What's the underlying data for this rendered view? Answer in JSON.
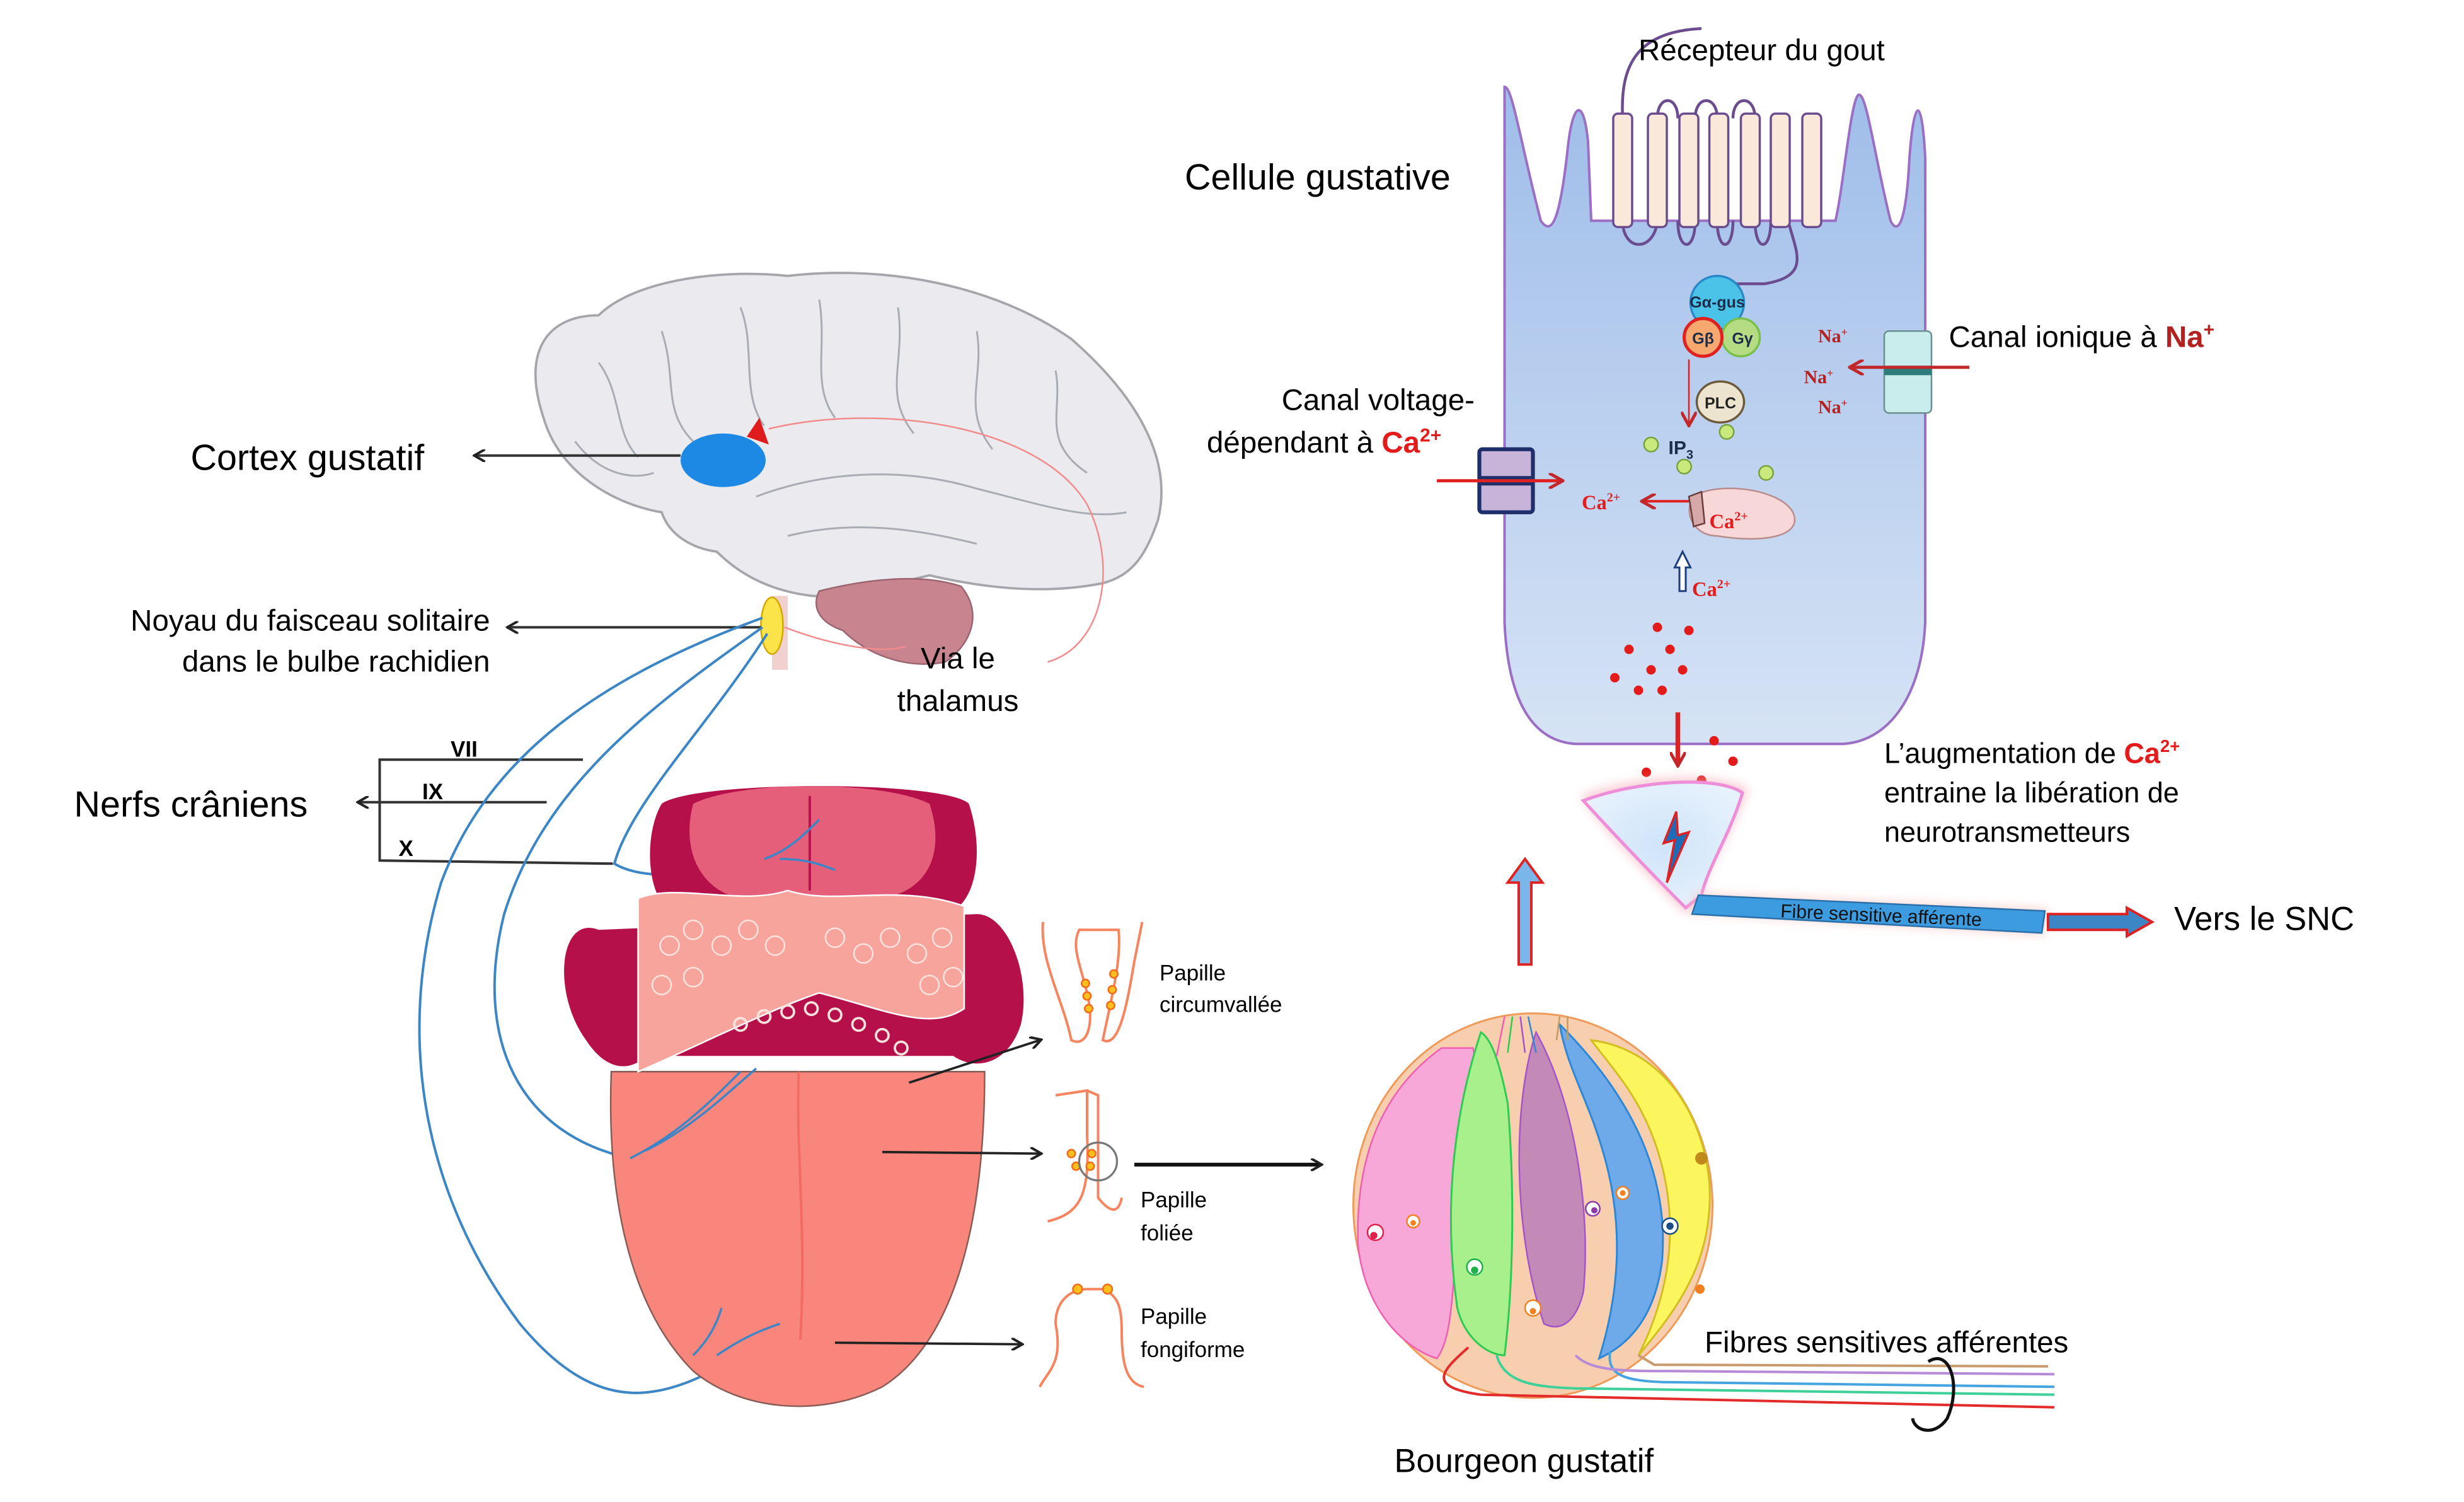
{
  "title": "Voie gustative : de la papille au cortex",
  "colors": {
    "cell_fill": "#a9c4ec",
    "cell_border": "#9a6fc4",
    "ca_red": "#e31b1b",
    "na_red": "#b42121",
    "nerve_blue": "#3d86c6",
    "tongue": "#f9867c",
    "tongue_back": "#b5104a",
    "brain": "#e8e8ee",
    "cortex_blue": "#1e88e5",
    "fiber_blue": "#3d9be0"
  },
  "left_panel": {
    "cortex_label": "Cortex gustatif",
    "nucleus_label_line1": "Noyau du faisceau solitaire",
    "nucleus_label_line2": "dans le bulbe rachidien",
    "thalamus_label_line1": "Via le",
    "thalamus_label_line2": "thalamus",
    "nerves_label": "Nerfs crâniens",
    "nerve_numbers": [
      "VII",
      "IX",
      "X"
    ]
  },
  "papillae": [
    {
      "line1": "Papille",
      "line2": "circumvallée"
    },
    {
      "line1": "Papille",
      "line2": "foliée"
    },
    {
      "line1": "Papille",
      "line2": "fongiforme"
    }
  ],
  "taste_bud": {
    "label": "Bourgeon gustatif",
    "fibers_label": "Fibres sensitives afférentes"
  },
  "taste_cell": {
    "label": "Cellule gustative",
    "receptor_label": "Récepteur du gout",
    "g_alpha": "Gα-gus",
    "g_beta": "Gβ",
    "g_gamma": "Gγ",
    "plc": "PLC",
    "ip3": "IP",
    "ip3_sub": "3",
    "na_channel_label": "Canal ionique à ",
    "na_channel_ion": "Na",
    "na_sup": "+",
    "na_ions": [
      "Na",
      "Na",
      "Na"
    ],
    "ca_channel_line1": "Canal voltage-",
    "ca_channel_line2": "dépendant à ",
    "ca_ion": "Ca",
    "ca_sup": "2+",
    "ca_store_label": "Ca",
    "ca_released_label": "Ca",
    "ca_upward_label": "Ca"
  },
  "synapse": {
    "caption_line1": "L’augmentation de ",
    "caption_ion": "Ca",
    "caption_sup": "2+",
    "caption_line2": "entraine la libération de",
    "caption_line3": "neurotransmetteurs",
    "fiber_label": "Fibre sensitive afférente",
    "destination_label": "Vers le SNC"
  }
}
